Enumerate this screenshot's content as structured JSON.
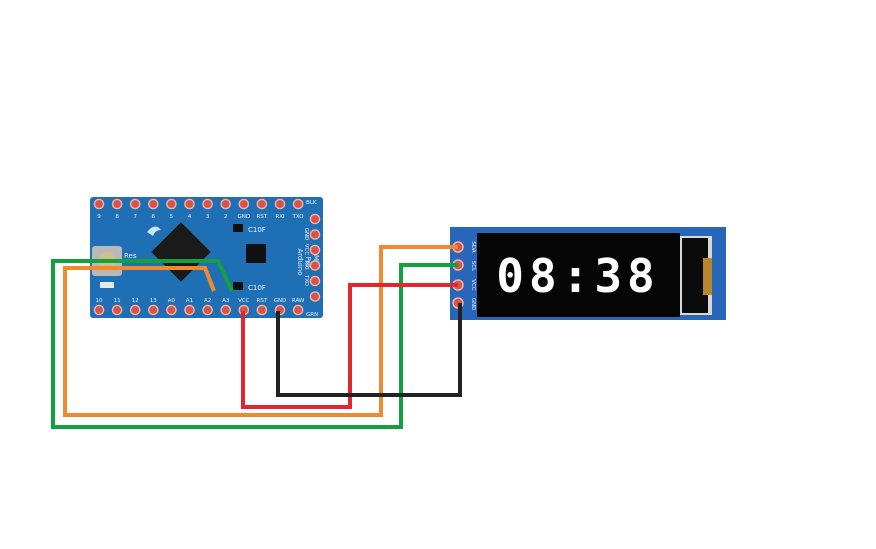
{
  "arduino": {
    "top_pins": [
      "9",
      "8",
      "7",
      "6",
      "5",
      "4",
      "3",
      "2",
      "GND",
      "RST",
      "RXI",
      "TXO"
    ],
    "bottom_pins": [
      "10",
      "11",
      "12",
      "13",
      "A0",
      "A1",
      "A2",
      "A3",
      "VCC",
      "RST",
      "GND",
      "RAW"
    ],
    "side_pins": [
      "GND",
      "VCC",
      "RXI",
      "TXO"
    ],
    "corner_labels": [
      "BLK",
      "GRN"
    ],
    "board_name": [
      "Arduino",
      "Pro",
      "Mini"
    ],
    "reset_label": "Res",
    "cap_label": "C10F",
    "board_color": "#1e6fb4"
  },
  "oled": {
    "pins": [
      "SDA",
      "SCL",
      "VCC",
      "GND"
    ],
    "display_text": "08:38",
    "board_color": "#2766b8"
  },
  "wires": {
    "colors": {
      "green": "#12a040",
      "orange": "#f08a2e",
      "red": "#e0262e",
      "black": "#222222"
    }
  }
}
